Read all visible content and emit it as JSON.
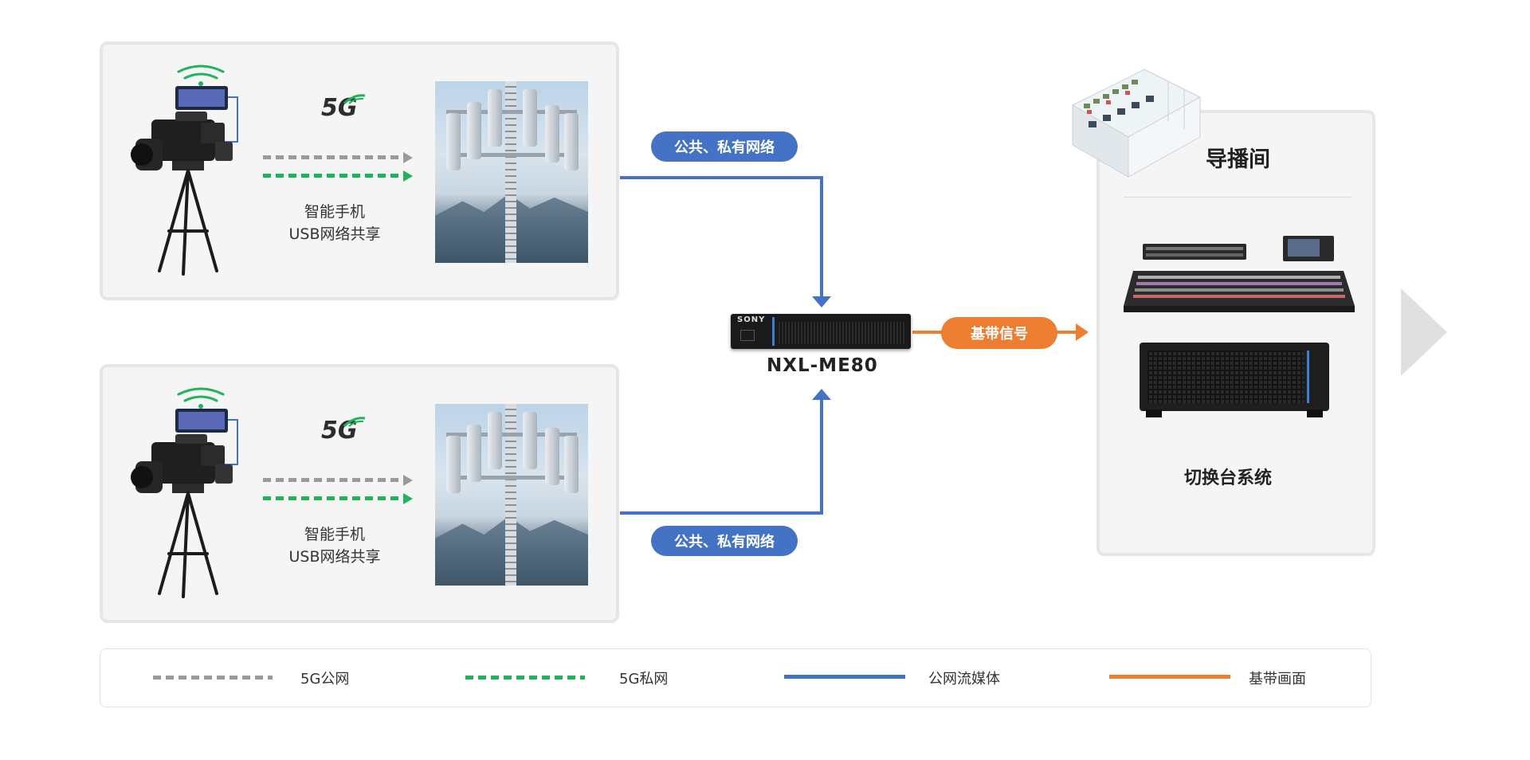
{
  "source_panels": [
    {
      "caption_line1": "智能手机",
      "caption_line2": "USB网络共享"
    },
    {
      "caption_line1": "智能手机",
      "caption_line2": "USB网络共享"
    }
  ],
  "network_labels": {
    "top": "公共、私有网络",
    "bottom": "公共、私有网络"
  },
  "device": {
    "brand": "SONY",
    "model": "NXL-ME80"
  },
  "baseband_label": "基带信号",
  "control_room": {
    "title": "导播间",
    "switcher_label": "切换台系统"
  },
  "legend": [
    {
      "label": "5G公网",
      "color": "#9a9a9a",
      "style": "dashed"
    },
    {
      "label": "5G私网",
      "color": "#1fb35a",
      "style": "dashed"
    },
    {
      "label": "公网流媒体",
      "color": "#4472c4",
      "style": "solid"
    },
    {
      "label": "基带画面",
      "color": "#ed7d31",
      "style": "solid"
    }
  ],
  "icons": [
    "wifi-icon",
    "smartphone-icon",
    "camcorder-icon",
    "tripod-icon",
    "5g-logo",
    "cell-tower-image",
    "studio-room-icon",
    "switcher-panel-icon",
    "switcher-frame-icon",
    "next-arrow-icon"
  ],
  "colors": {
    "blue": "#4472c4",
    "orange": "#ed7d31",
    "green": "#1fb35a",
    "gray": "#9a9a9a",
    "panel_bg": "#f5f5f5"
  }
}
